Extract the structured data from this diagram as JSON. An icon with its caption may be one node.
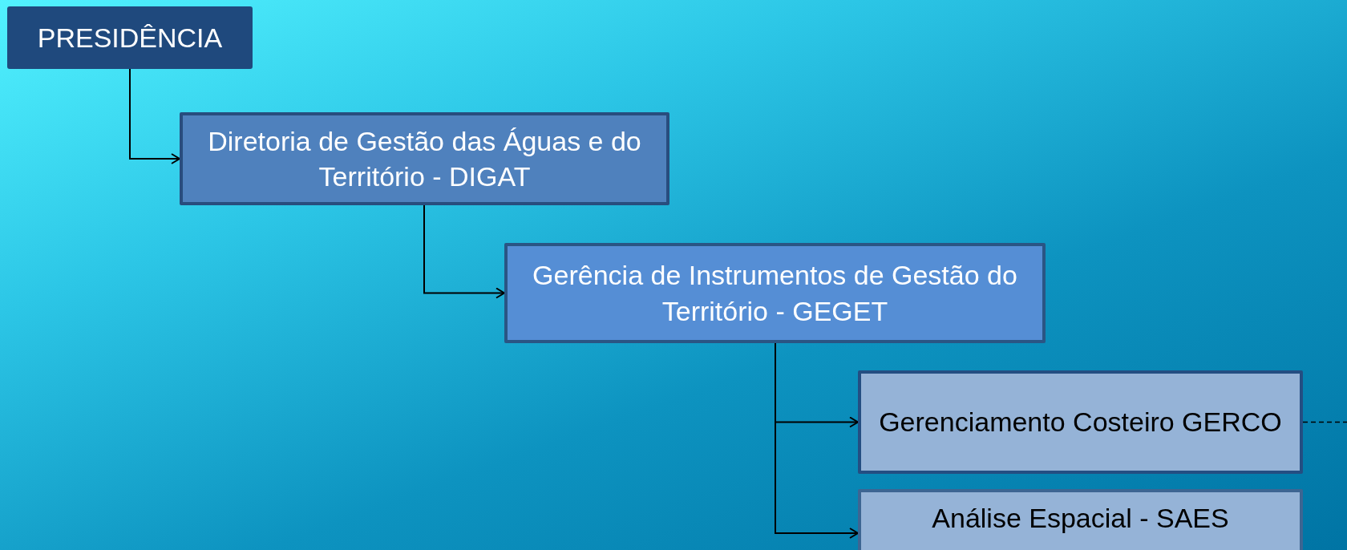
{
  "diagram": {
    "nodes": [
      {
        "text": [
          "PRESIDÊNCIA"
        ]
      },
      {
        "text": [
          "Diretoria de Gestão das Águas e do Território - DIGAT"
        ]
      },
      {
        "text": [
          "Gerência de Instrumentos de Gestão do Território - GEGET"
        ]
      },
      {
        "text": [
          "Gerenciamento Costeiro GERCO"
        ]
      },
      {
        "text": [
          "Análise Espacial - SAES"
        ]
      }
    ],
    "edges": [
      {
        "from": 0,
        "to": 1,
        "arrow": "to"
      },
      {
        "from": 1,
        "to": 2,
        "arrow": "to"
      },
      {
        "from": 2,
        "to": 3,
        "arrow": "to"
      },
      {
        "from": 2,
        "to": 4,
        "arrow": "to"
      },
      {
        "from": 3,
        "to": null,
        "arrow": "none",
        "style": "dashed"
      }
    ]
  }
}
